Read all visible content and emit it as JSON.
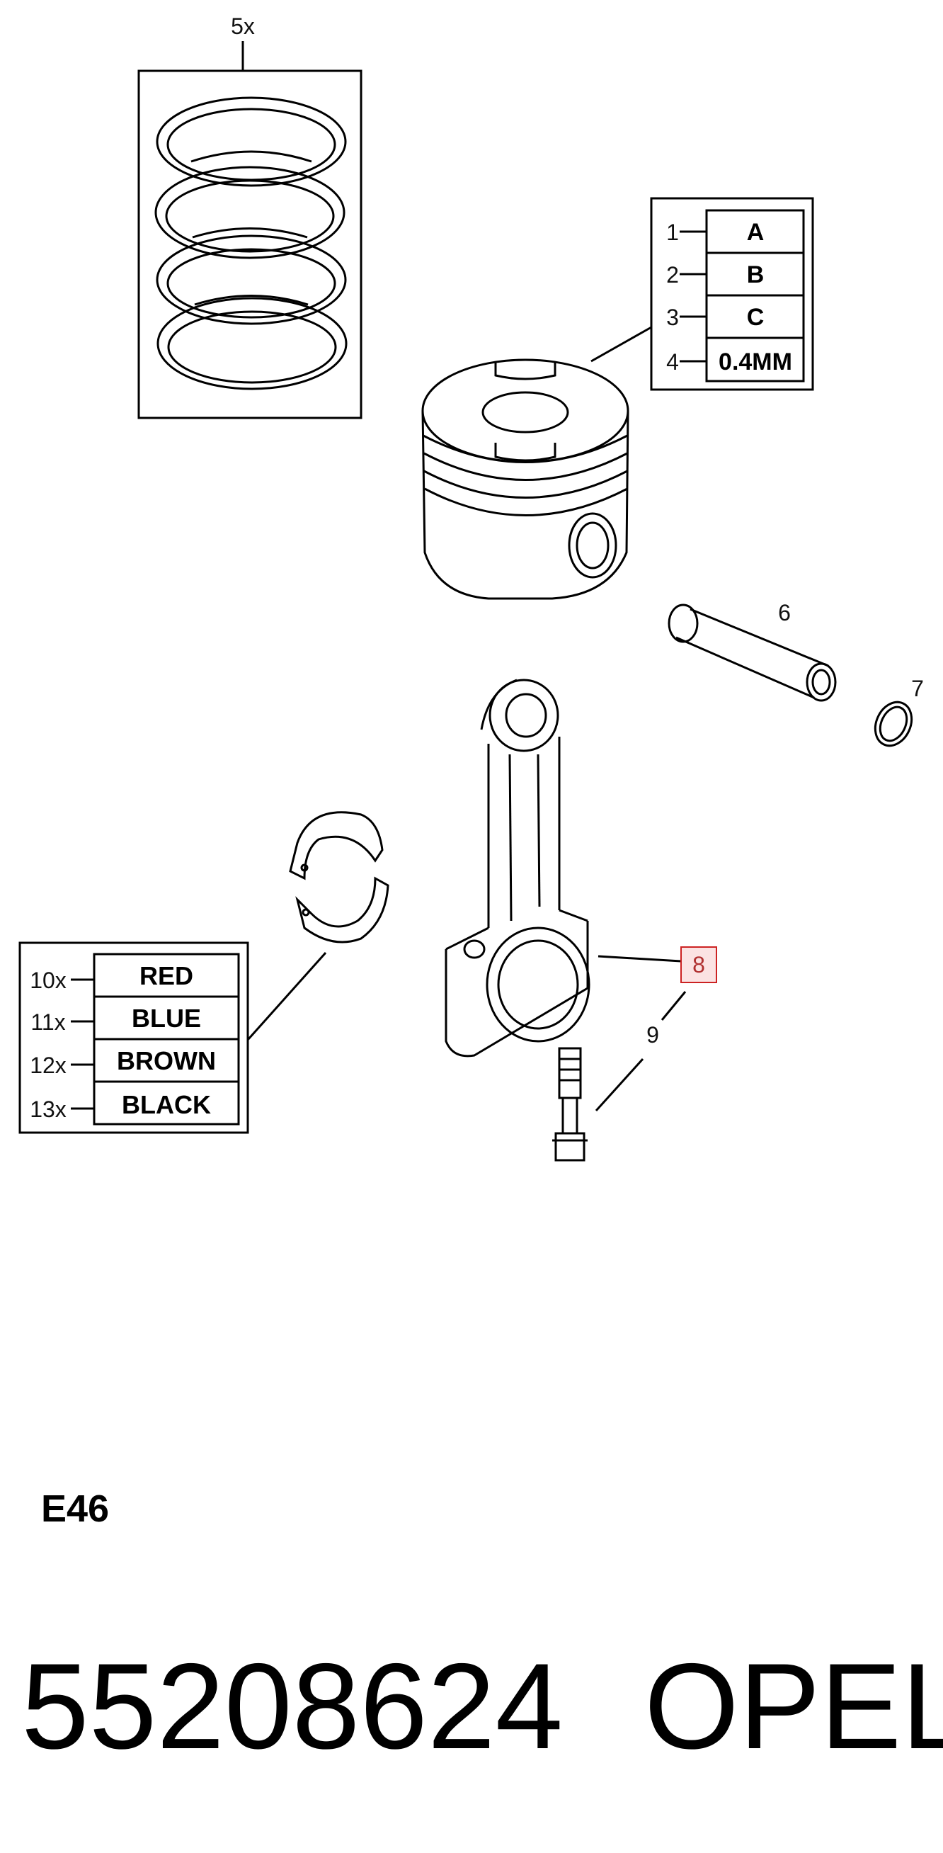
{
  "rings": {
    "qty": "5x"
  },
  "piston_sizes": [
    {
      "index": "1",
      "code": "A"
    },
    {
      "index": "2",
      "code": "B"
    },
    {
      "index": "3",
      "code": "C"
    },
    {
      "index": "4",
      "code": "0.4MM"
    }
  ],
  "parts": {
    "pin": "6",
    "circlip": "7",
    "rod_selected": "8",
    "bolt": "9"
  },
  "bearings": [
    {
      "qty": "10x",
      "color": "RED"
    },
    {
      "qty": "11x",
      "color": "BLUE"
    },
    {
      "qty": "12x",
      "color": "BROWN"
    },
    {
      "qty": "13x",
      "color": "BLACK"
    }
  ],
  "diagram_code": "E46",
  "part_number": "55208624",
  "brand": "OPEL"
}
